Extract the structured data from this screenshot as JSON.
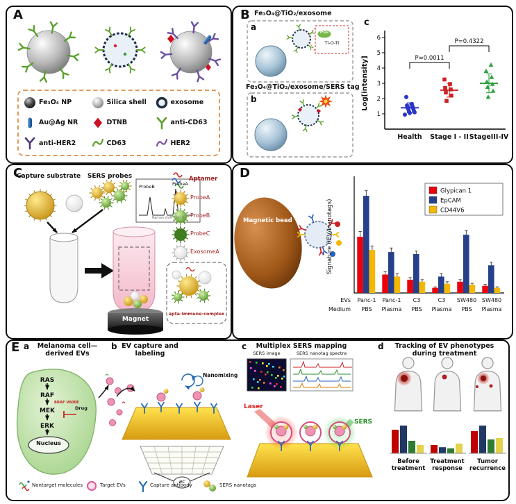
{
  "panels": {
    "A": {
      "label": "A",
      "legend": [
        {
          "name": "Fe₃O₄ NP"
        },
        {
          "name": "Silica shell"
        },
        {
          "name": "exosome"
        },
        {
          "name": "Au@Ag NR"
        },
        {
          "name": "DTNB"
        },
        {
          "name": "anti-CD63"
        },
        {
          "name": "anti-HER2"
        },
        {
          "name": "CD63"
        },
        {
          "name": "HER2"
        }
      ]
    },
    "B": {
      "label": "B",
      "scheme_a_title": "Fe₃O₄@TiO₂/exosome",
      "scheme_a_label": "a",
      "po4_label": "PO₄",
      "ti_o_ti_label": "Ti-O-Ti",
      "scheme_b_title": "Fe₃O₄@TiO₂/exosome/SERS tag",
      "scheme_b_label": "b",
      "plot_label": "c"
    },
    "C": {
      "label": "C",
      "capture_substrate_label": "Capture substrate",
      "sers_probes_label": "SERS probes",
      "spectrum": {
        "peak_left": "ProbeB",
        "peak_right": "ProbeA",
        "xaxis": "Raman shift (cm⁻¹)"
      },
      "magnet_label": "Magnet",
      "legend": [
        {
          "name": "Aptamer"
        },
        {
          "name": "ProbeA"
        },
        {
          "name": "ProbeB"
        },
        {
          "name": "ProbeC"
        },
        {
          "name": "ExosomeA"
        }
      ],
      "complex_label": "apta-immune-complex"
    },
    "D": {
      "label": "D",
      "bead_label": "Magnetic bead"
    },
    "E": {
      "label": "E",
      "a": {
        "label": "a",
        "title": "Melanoma cell—derived EVs",
        "pathway": [
          "RAS",
          "RAF",
          "MEK",
          "ERK"
        ],
        "nucleus": "Nucleus",
        "mutation": "BRAF V600E",
        "drug": "Drug"
      },
      "b": {
        "label": "b",
        "title": "EV capture and labeling",
        "nanomixing": "Nanomixing",
        "ac": "ac"
      },
      "c": {
        "label": "c",
        "title": "Multiplex SERS mapping",
        "sers_image": "SERS image",
        "sers_spectra": "SERS nanotag spectra",
        "laser": "Laser",
        "sers": "SERS"
      },
      "d": {
        "label": "d",
        "title": "Tracking of EV phenotypes during treatment"
      },
      "legend": [
        {
          "name": "Nontarget molecules"
        },
        {
          "name": "Target EVs"
        },
        {
          "name": "Capture antibody"
        },
        {
          "name": "SERS nanotags"
        }
      ]
    }
  },
  "chart_data": [
    {
      "id": "log-intensity-scatter",
      "type": "scatter",
      "panel": "B-c",
      "ylabel": "Log[intensity]",
      "ylim": [
        0,
        6
      ],
      "yticks": [
        1,
        2,
        3,
        4,
        5,
        6
      ],
      "grid": false,
      "legend_position": "none",
      "groups": [
        {
          "name": "Health",
          "color": "#2a35c8",
          "marker": "circle",
          "mean": 1.4,
          "sd": 0.32,
          "values": [
            0.95,
            1.05,
            1.1,
            1.15,
            1.2,
            1.3,
            1.35,
            1.4,
            1.5,
            1.55,
            1.65,
            2.1
          ]
        },
        {
          "name": "Stage I - II",
          "color": "#cc2222",
          "marker": "square",
          "mean": 2.55,
          "sd": 0.45,
          "values": [
            1.85,
            2.2,
            2.4,
            2.6,
            2.7,
            2.95,
            3.25
          ]
        },
        {
          "name": "StageIII-IV",
          "color": "#2e9e3e",
          "marker": "triangle",
          "mean": 3.0,
          "sd": 0.62,
          "values": [
            2.1,
            2.5,
            2.75,
            2.95,
            3.1,
            3.4,
            3.8,
            4.2
          ]
        }
      ],
      "annotations": [
        {
          "text": "P=0.0011",
          "between": [
            0,
            1
          ]
        },
        {
          "text": "P=0.4322",
          "between": [
            1,
            2
          ]
        }
      ]
    },
    {
      "id": "ev-signature-bars",
      "type": "bar",
      "panel": "D",
      "ylabel": "Signature (IEV/Inanotags)",
      "ylim": [
        0,
        1.1
      ],
      "grid": false,
      "legend_position": "top-right",
      "row_labels": [
        "EVs",
        "Medium"
      ],
      "groups": [
        {
          "ev": "Panc-1",
          "medium": "PBS"
        },
        {
          "ev": "Panc-1",
          "medium": "Plasma"
        },
        {
          "ev": "C3",
          "medium": "PBS"
        },
        {
          "ev": "C3",
          "medium": "Plasma"
        },
        {
          "ev": "SW480",
          "medium": "PBS"
        },
        {
          "ev": "SW480",
          "medium": "Plasma"
        }
      ],
      "series": [
        {
          "name": "Glypican 1",
          "color": "#e8000b",
          "values": [
            0.55,
            0.18,
            0.13,
            0.05,
            0.11,
            0.07
          ],
          "errors": [
            0.05,
            0.03,
            0.02,
            0.01,
            0.02,
            0.015
          ]
        },
        {
          "name": "EpCAM",
          "color": "#27408b",
          "values": [
            0.95,
            0.4,
            0.38,
            0.16,
            0.57,
            0.27
          ],
          "errors": [
            0.05,
            0.04,
            0.03,
            0.03,
            0.04,
            0.03
          ]
        },
        {
          "name": "CD44V6",
          "color": "#f5b800",
          "values": [
            0.42,
            0.16,
            0.11,
            0.09,
            0.08,
            0.05
          ],
          "errors": [
            0.04,
            0.03,
            0.02,
            0.02,
            0.015,
            0.01
          ]
        }
      ]
    },
    {
      "id": "ev-phenotype-tracking",
      "type": "bar",
      "panel": "E-d",
      "categories": [
        "Before treatment",
        "Treatment response",
        "Tumor recurrence"
      ],
      "series": [
        {
          "name": "phenotype-red",
          "color": "#c00000",
          "values": [
            0.85,
            0.3,
            0.8
          ]
        },
        {
          "name": "phenotype-blue",
          "color": "#1f3864",
          "values": [
            1.0,
            0.22,
            1.0
          ]
        },
        {
          "name": "phenotype-green",
          "color": "#2e7d32",
          "values": [
            0.45,
            0.18,
            0.5
          ]
        },
        {
          "name": "phenotype-yellow",
          "color": "#e3d24b",
          "values": [
            0.3,
            0.35,
            0.55
          ]
        }
      ]
    }
  ]
}
